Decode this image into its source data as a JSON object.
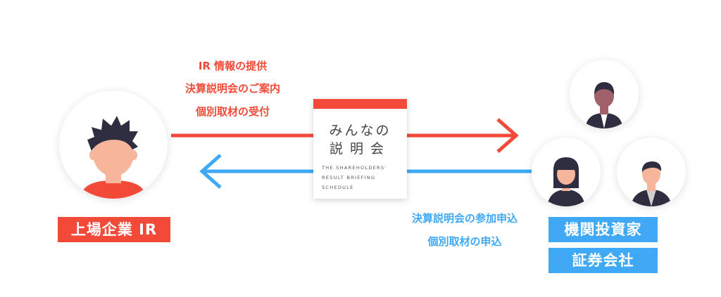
{
  "left_entity": {
    "label": "上場企業 IR"
  },
  "right_entities": {
    "label_1": "機関投資家",
    "label_2": "証券会社"
  },
  "top_flow": {
    "lines": [
      "IR 情報の提供",
      "決算説明会のご案内",
      "個別取材の受付"
    ]
  },
  "bottom_flow": {
    "lines": [
      "決算説明会の参加申込",
      "個別取材の申込"
    ]
  },
  "logo_card": {
    "title_line_1": "みんなの",
    "title_line_2": "説明会",
    "subtitle_lines": [
      "THE SHAREHOLDERS'",
      "RESULT BRIEFING",
      "SCHEDULE"
    ]
  },
  "colors": {
    "red": "#f24a39",
    "blue": "#3fa9f5"
  },
  "icons": [
    "company-ir-avatar-icon",
    "investor-avatar-icon",
    "investor-avatar-icon",
    "investor-avatar-icon"
  ]
}
